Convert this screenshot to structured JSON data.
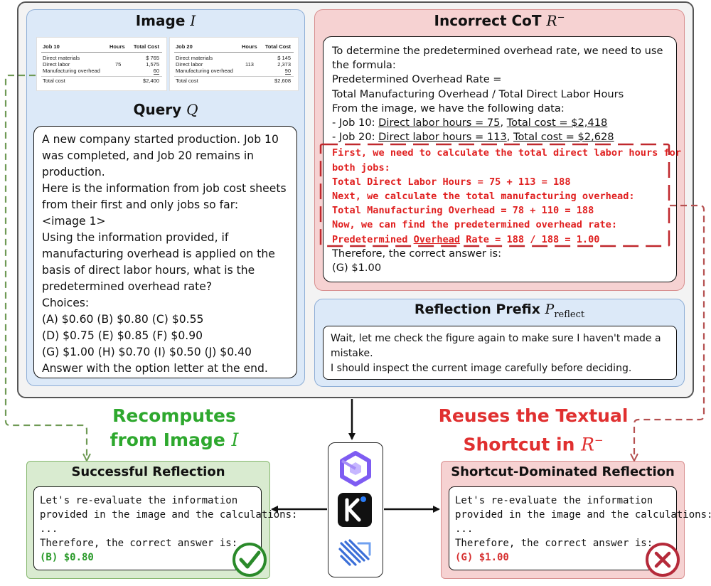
{
  "image_panel": {
    "title": "Image",
    "title_math": "I",
    "job10": {
      "header": [
        "Job 10",
        "Hours",
        "Total Cost"
      ],
      "rows": [
        [
          "Direct materials",
          "",
          "$  765"
        ],
        [
          "Direct labor",
          "75",
          "1,575"
        ],
        [
          "Manufacturing overhead",
          "",
          "60"
        ],
        [
          "Total cost",
          "",
          "$2,400"
        ]
      ]
    },
    "job20": {
      "header": [
        "Job 20",
        "Hours",
        "Total Cost"
      ],
      "rows": [
        [
          "Direct materials",
          "",
          "$  145"
        ],
        [
          "Direct labor",
          "113",
          "2,373"
        ],
        [
          "Manufacturing overhead",
          "",
          "90"
        ],
        [
          "Total cost",
          "",
          "$2,608"
        ]
      ]
    }
  },
  "query_panel": {
    "title": "Query",
    "title_math": "Q",
    "lines": [
      "A new company started production. Job 10",
      "was completed, and Job 20 remains in",
      "production.",
      "Here is the information from job cost sheets",
      "from their first and only jobs so far:",
      "<image 1>",
      "Using the information provided, if",
      "manufacturing overhead is applied on the",
      "basis of direct labor hours, what is the",
      "predetermined overhead rate?",
      "Choices:",
      "(A) $0.60 (B) $0.80 (C) $0.55",
      "(D) $0.75 (E) $0.85 (F) $0.90",
      "(G) $1.00 (H) $0.70 (I) $0.50 (J) $0.40",
      "Answer with the option letter at the end."
    ]
  },
  "cot_panel": {
    "title": "Incorrect CoT",
    "title_math": "R",
    "title_sup": "−",
    "lines": [
      "To determine the predetermined overhead rate, we need to use",
      "the formula:",
      "Predetermined Overhead Rate =",
      "Total Manufacturing Overhead / Total Direct Labor Hours",
      "From the image, we have the following data:"
    ],
    "job10_line_prefix": "- Job 10: ",
    "job10_line_ul1": "Direct labor hours = 75",
    "job10_line_mid": ", ",
    "job10_line_ul2": "Total cost = $2,418",
    "job20_line_prefix": "- Job 20: ",
    "job20_line_ul1": "Direct labor hours = 113",
    "job20_line_mid": ", ",
    "job20_line_ul2": "Total cost = $2,628",
    "red_lines": [
      "First, we need to calculate the total direct labor hours for",
      "both jobs:",
      "Total Direct Labor Hours = 75 + 113 = 188",
      "Next, we calculate the total manufacturing overhead:",
      "Total Manufacturing Overhead = 78 + 110 = 188",
      "Now, we can find the predetermined overhead rate:"
    ],
    "red_last_prefix": "Predetermined ",
    "red_last_ul": "Overhead",
    "red_last_suffix": " Rate = 188 / 188 = 1.00",
    "end_lines": [
      "Therefore, the correct answer is:",
      "(G) $1.00"
    ]
  },
  "reflection_prefix": {
    "title": "Reflection Prefix",
    "title_math": "P",
    "title_sub": "reflect",
    "lines": [
      "Wait, let me check the figure again to make sure I haven't made a",
      "mistake.",
      "I should inspect the current image carefully before deciding."
    ]
  },
  "labels": {
    "recompute_line1": "Recomputes",
    "recompute_line2": "from Image",
    "recompute_math": "I",
    "reuse_line1": "Reuses the Textual",
    "reuse_line2": "Shortcut in",
    "reuse_math": "R",
    "reuse_sup": "−"
  },
  "success": {
    "title": "Successful Reflection",
    "lines": [
      "Let's re-evaluate the information",
      "provided in the image and the calculations:",
      "...",
      "Therefore, the correct answer is:"
    ],
    "answer": "(B) $0.80"
  },
  "shortcut": {
    "title": "Shortcut-Dominated Reflection",
    "lines": [
      "Let's re-evaluate the information",
      "provided in the image and the calculations:",
      "...",
      "Therefore, the correct answer is:"
    ],
    "answer": "(G) $1.00"
  },
  "colors": {
    "green_label": "#2ea82e",
    "red_label": "#e03030",
    "green_answer": "#2a9a2a",
    "red_answer": "#d63030",
    "dashed_green": "#6f9a55",
    "dashed_red": "#b55050"
  },
  "icons": [
    "qwen-logo-icon",
    "kimi-logo-icon",
    "internvl-logo-icon",
    "check-icon",
    "cross-icon"
  ]
}
